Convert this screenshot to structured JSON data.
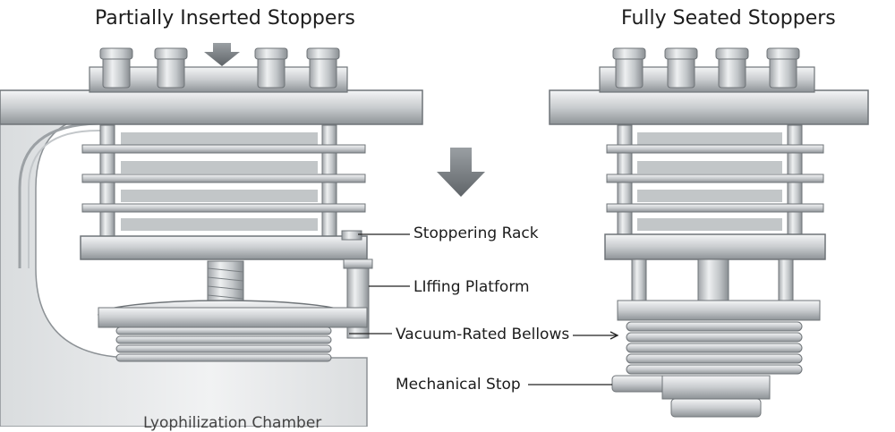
{
  "titles": {
    "left": "Partially Inserted Stoppers",
    "right": "Fully Seated Stoppers"
  },
  "callouts": {
    "stoppering_rack": "Stoppering Rack",
    "lifting_platform": "LIffing Platform",
    "vacuum_bellows": "Vacuum-Rated Bellows",
    "mechanical_stop": "Mechanical Stop"
  },
  "chamber_caption": "Lyophilization Chamber",
  "arrows": {
    "top_arrow": "down-arrow-icon",
    "middle_arrow": "down-arrow-icon"
  },
  "colors": {
    "steel_light": "#e9ebec",
    "steel_mid": "#b8bcbf",
    "steel_dark": "#6f7478",
    "arrow": "#7b8084"
  }
}
